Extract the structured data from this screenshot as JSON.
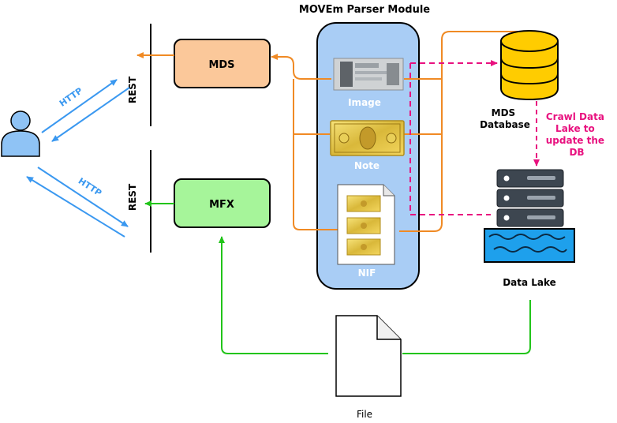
{
  "title": "MOVEm Parser Module",
  "nodes": {
    "mds": "MDS",
    "mfx": "MFX",
    "image": "Image",
    "note": "Note",
    "nif": "NIF",
    "mds_database": [
      "MDS",
      "Database"
    ],
    "data_lake": "Data Lake",
    "file": "File"
  },
  "interfaces": {
    "rest_top": "REST",
    "rest_bottom": "REST",
    "http_top": "HTTP",
    "http_bottom": "HTTP"
  },
  "annotation": [
    "Crawl Data",
    "Lake to",
    "update the",
    "DB"
  ],
  "colors": {
    "orange": "#f08a24",
    "green": "#22c41a",
    "blue": "#3a98f0",
    "magenta": "#e8117f",
    "module_fill": "#a9cdf5",
    "mds_fill": "#fbc89a",
    "mfx_fill": "#a6f59a",
    "db_fill": "#ffcc00"
  }
}
